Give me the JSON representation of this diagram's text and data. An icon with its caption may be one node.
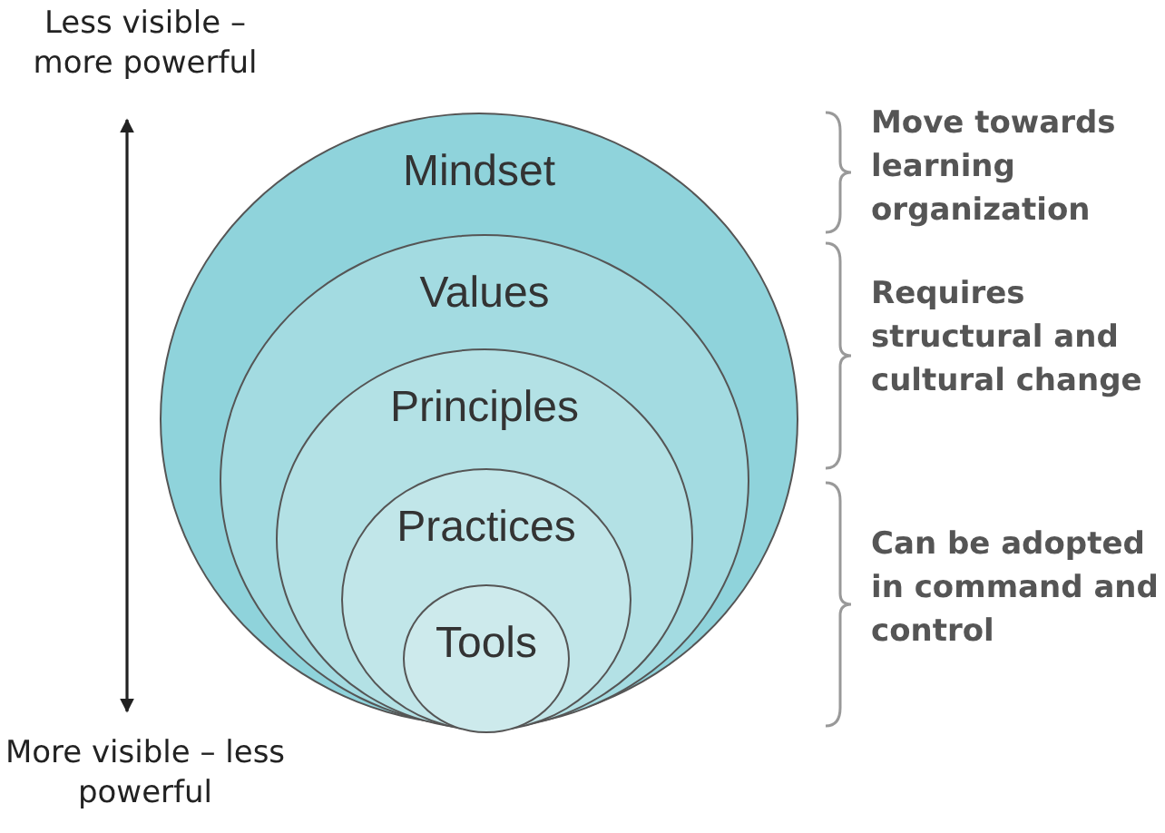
{
  "diagram": {
    "nodes": [
      {
        "text": [
          "Mindset"
        ]
      },
      {
        "text": [
          "Values"
        ],
        "in": 0
      },
      {
        "text": [
          "Principles"
        ],
        "in": 1
      },
      {
        "text": [
          "Practices"
        ],
        "in": 2
      },
      {
        "text": [
          "Tools"
        ],
        "in": 3
      },
      {
        "text": [
          "Less visible – more powerful"
        ]
      },
      {
        "text": [
          "More visible – less powerful"
        ]
      }
    ],
    "edges": [
      {
        "from": 5,
        "to": 6,
        "arrow": "both"
      }
    ],
    "labels": [
      "Move towards learning organization",
      "Requires structural and cultural change",
      "Can be adopted in command and control"
    ]
  }
}
